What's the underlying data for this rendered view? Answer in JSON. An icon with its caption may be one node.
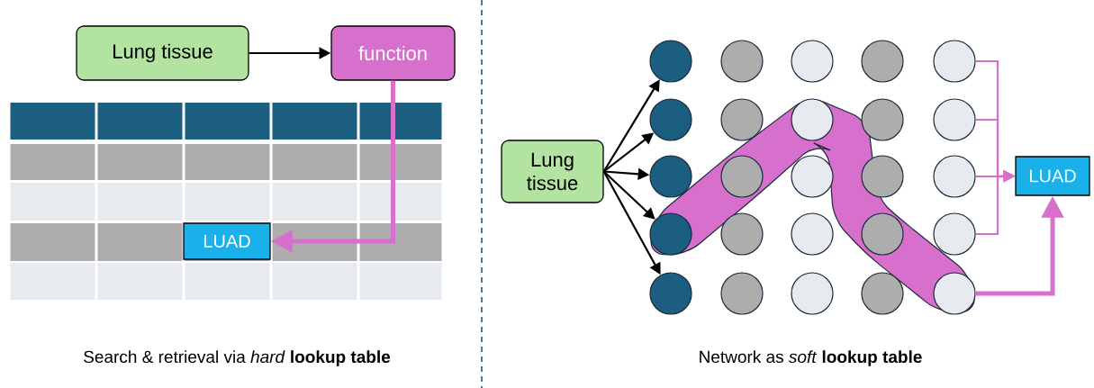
{
  "diagram": {
    "nodes": [
      {
        "text": [
          "Lung tissue"
        ]
      },
      {
        "text": [
          "function"
        ]
      },
      {
        "text": [
          "LUAD"
        ]
      },
      {
        "text": [
          "Lung tissue"
        ]
      },
      {
        "text": [
          "LUAD"
        ]
      },
      {
        "text": [],
        "shape": "circle"
      },
      {
        "text": [],
        "shape": "circle"
      },
      {
        "text": [],
        "shape": "circle"
      },
      {
        "text": [],
        "shape": "circle"
      },
      {
        "text": [],
        "shape": "circle"
      },
      {
        "text": [],
        "shape": "circle"
      },
      {
        "text": [],
        "shape": "circle"
      },
      {
        "text": [],
        "shape": "circle"
      },
      {
        "text": [],
        "shape": "circle"
      },
      {
        "text": [],
        "shape": "circle"
      },
      {
        "text": [],
        "shape": "circle"
      },
      {
        "text": [],
        "shape": "circle"
      },
      {
        "text": [],
        "shape": "circle"
      },
      {
        "text": [],
        "shape": "circle"
      },
      {
        "text": [],
        "shape": "circle"
      },
      {
        "text": [],
        "shape": "circle"
      },
      {
        "text": [],
        "shape": "circle"
      },
      {
        "text": [],
        "shape": "circle"
      },
      {
        "text": [],
        "shape": "circle"
      },
      {
        "text": [],
        "shape": "circle"
      },
      {
        "text": [],
        "shape": "circle"
      },
      {
        "text": [],
        "shape": "circle"
      },
      {
        "text": [],
        "shape": "circle"
      },
      {
        "text": [],
        "shape": "circle"
      },
      {
        "text": [],
        "shape": "circle"
      }
    ],
    "edges": [
      {
        "from": 0,
        "to": 1,
        "arrow": "to"
      },
      {
        "from": 1,
        "to": 2,
        "arrow": "to",
        "style": "thick",
        "color": "#d76fcc"
      },
      {
        "from": 3,
        "to": 5,
        "arrow": "to"
      },
      {
        "from": 3,
        "to": 10,
        "arrow": "to"
      },
      {
        "from": 3,
        "to": 15,
        "arrow": "to"
      },
      {
        "from": 3,
        "to": 20,
        "arrow": "to"
      },
      {
        "from": 3,
        "to": 25,
        "arrow": "to"
      },
      {
        "from": 9,
        "to": 4,
        "arrow": "to",
        "color": "#d76fcc"
      },
      {
        "from": 14,
        "to": 4,
        "arrow": "to",
        "color": "#d76fcc"
      },
      {
        "from": 19,
        "to": 4,
        "arrow": "to",
        "color": "#d76fcc"
      },
      {
        "from": 24,
        "to": 4,
        "arrow": "to",
        "color": "#d76fcc"
      },
      {
        "from": 29,
        "to": 4,
        "arrow": "to",
        "style": "thick",
        "color": "#d76fcc"
      }
    ],
    "labels": [
      "Search & retrieval via *hard* **lookup table**",
      "Network as *soft* **lookup table**"
    ]
  }
}
